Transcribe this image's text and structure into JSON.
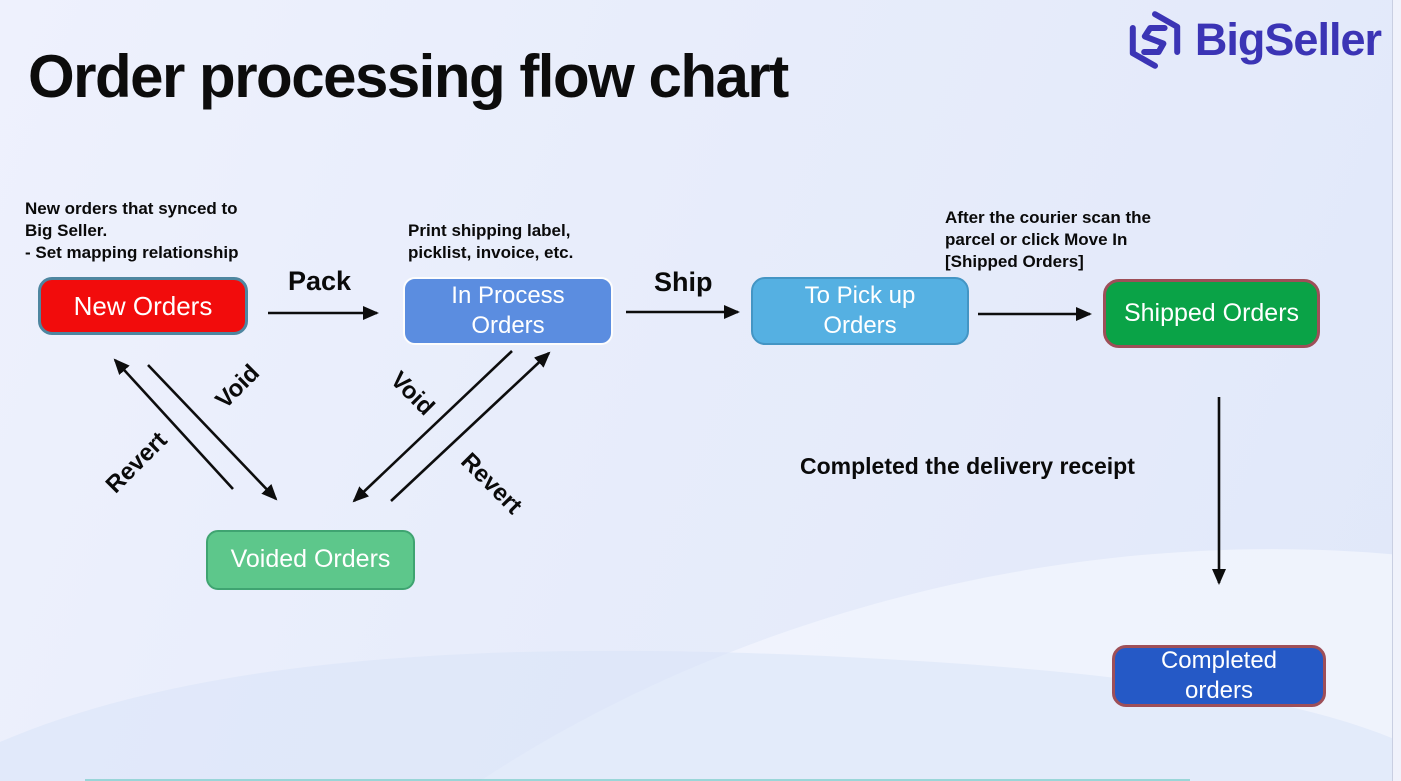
{
  "header": {
    "title": "Order processing flow chart",
    "brand": "BigSeller",
    "brand_color": "#3b34b5"
  },
  "diagram": {
    "nodes": [
      {
        "id": "new-orders",
        "label": "New Orders",
        "fill": "#f20c0c",
        "border": "#4e86a0",
        "text_color": "#ffffff"
      },
      {
        "id": "in-process-orders",
        "label": "In Process Orders",
        "fill": "#5b8de0",
        "border": "#fdfdfd",
        "text_color": "#ffffff"
      },
      {
        "id": "to-pick-up-orders",
        "label": "To Pick up Orders",
        "fill": "#55b0e2",
        "border": "#4495c4",
        "text_color": "#ffffff"
      },
      {
        "id": "shipped-orders",
        "label": "Shipped Orders",
        "fill": "#0aa347",
        "border": "#9e4f58",
        "text_color": "#ffffff"
      },
      {
        "id": "voided-orders",
        "label": "Voided Orders",
        "fill": "#5dc78b",
        "border": "#3fa471",
        "text_color": "#ffffff"
      },
      {
        "id": "completed-orders",
        "label": "Completed orders",
        "fill": "#2559c6",
        "border": "#9e4f58",
        "text_color": "#ffffff"
      }
    ],
    "edges": {
      "pack": {
        "label": "Pack",
        "from": "new-orders",
        "to": "in-process-orders"
      },
      "ship": {
        "label": "Ship",
        "from": "in-process-orders",
        "to": "to-pick-up-orders"
      },
      "move_in": {
        "label": "",
        "from": "to-pick-up-orders",
        "to": "shipped-orders"
      },
      "deliver": {
        "label": "",
        "from": "shipped-orders",
        "to": "completed-orders"
      },
      "void_left": {
        "label": "Void",
        "from": "new-orders",
        "to": "voided-orders"
      },
      "revert_left": {
        "label": "Revert",
        "from": "voided-orders",
        "to": "new-orders"
      },
      "void_right": {
        "label": "Void",
        "from": "in-process-orders",
        "to": "voided-orders"
      },
      "revert_right": {
        "label": "Revert",
        "from": "voided-orders",
        "to": "in-process-orders"
      }
    },
    "notes": {
      "new_orders": "New orders that synced to\nBig Seller.\n- Set mapping relationship",
      "in_process": "Print shipping label,\npicklist, invoice, etc.",
      "shipped": "After the courier scan the\nparcel or click Move In\n[Shipped Orders]",
      "completed": "Completed the delivery receipt"
    }
  }
}
